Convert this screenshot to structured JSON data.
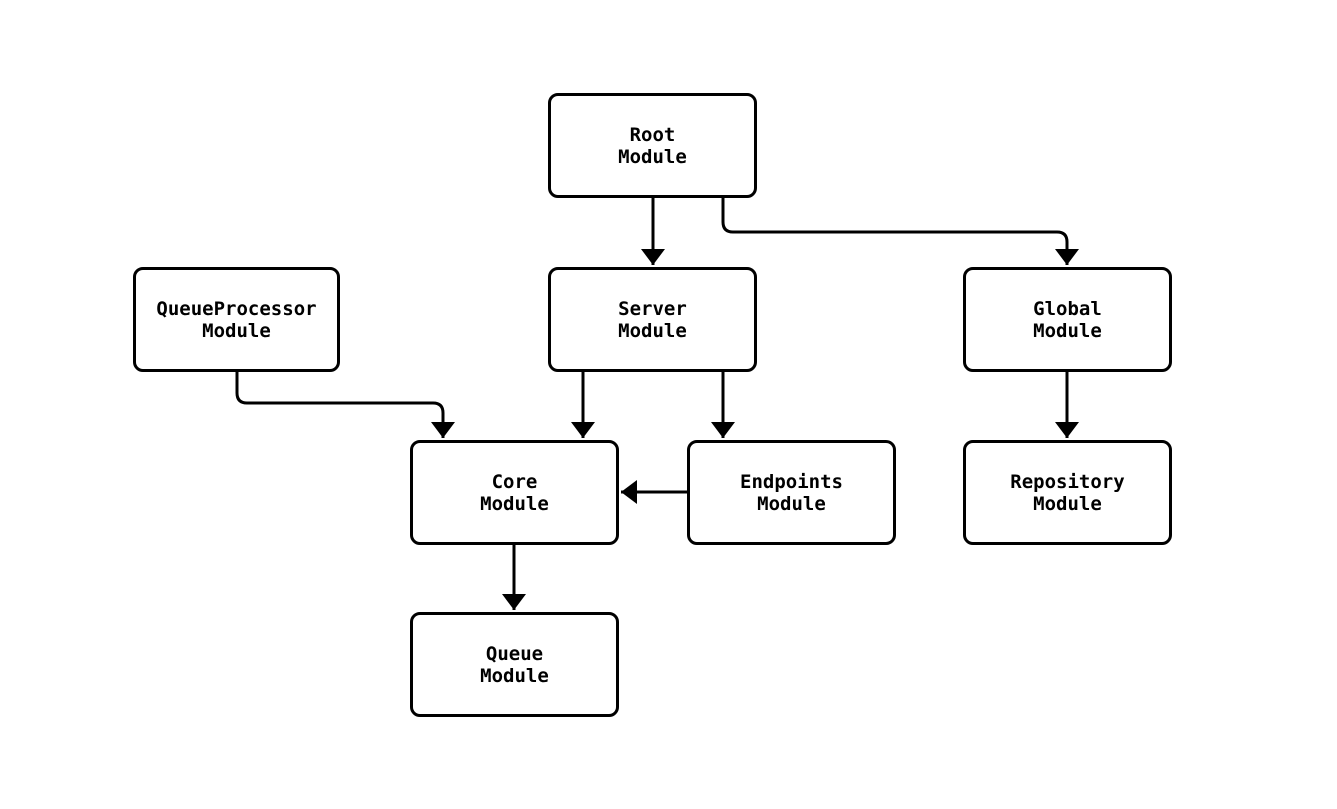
{
  "diagram": {
    "type": "flowchart",
    "background_color": "#ffffff",
    "node_fill_color": "#ffffff",
    "node_border_color": "#000000",
    "edge_color": "#000000",
    "nodes": {
      "root": {
        "line1": "Root",
        "line2": "Module"
      },
      "queueproc": {
        "line1": "QueueProcessor",
        "line2": "Module"
      },
      "server": {
        "line1": "Server",
        "line2": "Module"
      },
      "global": {
        "line1": "Global",
        "line2": "Module"
      },
      "core": {
        "line1": "Core",
        "line2": "Module"
      },
      "endpoints": {
        "line1": "Endpoints",
        "line2": "Module"
      },
      "repository": {
        "line1": "Repository",
        "line2": "Module"
      },
      "queue": {
        "line1": "Queue",
        "line2": "Module"
      }
    },
    "edges": [
      {
        "from": "Root Module",
        "to": "Server Module"
      },
      {
        "from": "Root Module",
        "to": "Global Module"
      },
      {
        "from": "QueueProcessor Module",
        "to": "Core Module"
      },
      {
        "from": "Server Module",
        "to": "Core Module"
      },
      {
        "from": "Server Module",
        "to": "Endpoints Module"
      },
      {
        "from": "Endpoints Module",
        "to": "Core Module"
      },
      {
        "from": "Global Module",
        "to": "Repository Module"
      },
      {
        "from": "Core Module",
        "to": "Queue Module"
      }
    ]
  }
}
